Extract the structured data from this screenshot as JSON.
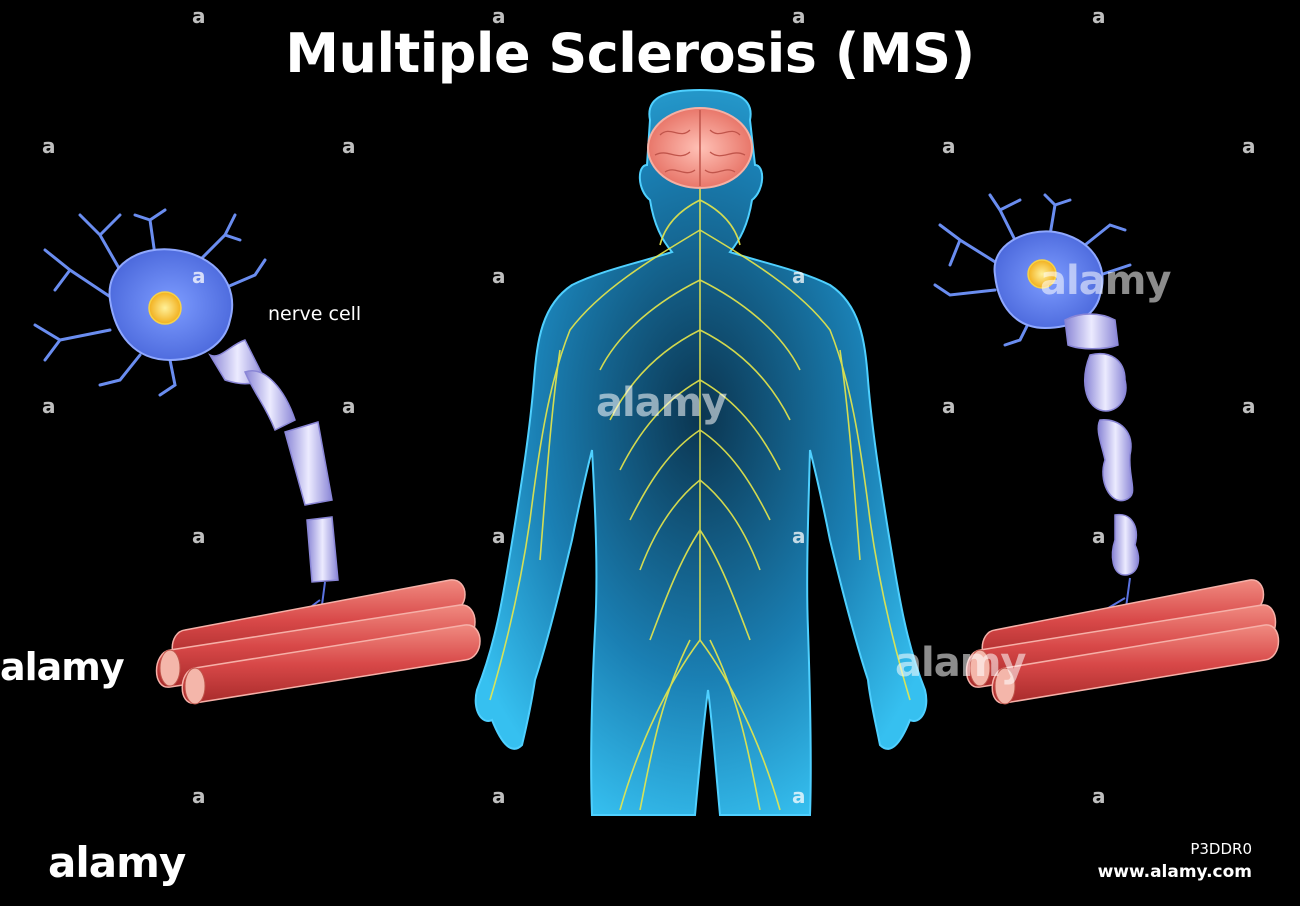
{
  "title": "Multiple Sclerosis (MS)",
  "labels": {
    "nerve_cell": "nerve cell"
  },
  "watermark": {
    "brand": "alamy",
    "image_id": "P3DDR0",
    "url": "www.alamy.com",
    "small_mark": "a"
  },
  "colors": {
    "background": "#000000",
    "body": "#2aa7dc",
    "nerves": "#e8e84a",
    "brain": "#f29a8e",
    "neuron": "#6a8df0",
    "nucleus": "#f7c93a",
    "muscle": "#d94a4a",
    "myelin": "#c9c6f0"
  }
}
